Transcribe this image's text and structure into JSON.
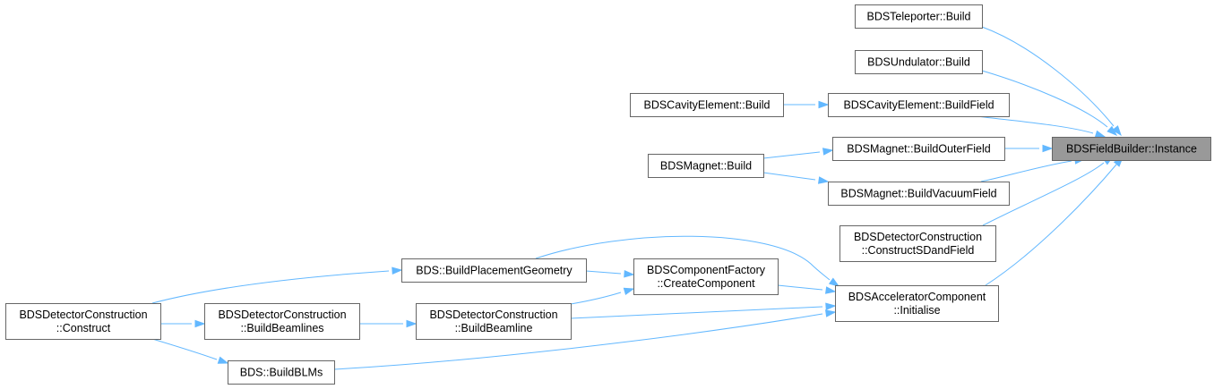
{
  "graph": {
    "colors": {
      "edge": "#63b8ff",
      "node_border": "#666666",
      "root_fill": "#999999",
      "node_fill": "#ffffff"
    },
    "nodes": {
      "instance": {
        "lines": [
          "BDSFieldBuilder::Instance"
        ]
      },
      "teleporter_build": {
        "lines": [
          "BDSTeleporter::Build"
        ]
      },
      "undulator_build": {
        "lines": [
          "BDSUndulator::Build"
        ]
      },
      "cavity_build": {
        "lines": [
          "BDSCavityElement::Build"
        ]
      },
      "cavity_buildfield": {
        "lines": [
          "BDSCavityElement::BuildField"
        ]
      },
      "magnet_build": {
        "lines": [
          "BDSMagnet::Build"
        ]
      },
      "magnet_outerfield": {
        "lines": [
          "BDSMagnet::BuildOuterField"
        ]
      },
      "magnet_vacuumfield": {
        "lines": [
          "BDSMagnet::BuildVacuumField"
        ]
      },
      "detector_sdfield": {
        "lines": [
          "BDSDetectorConstruction",
          "::ConstructSDandField"
        ]
      },
      "accel_initialise": {
        "lines": [
          "BDSAcceleratorComponent",
          "::Initialise"
        ]
      },
      "placement_geometry": {
        "lines": [
          "BDS::BuildPlacementGeometry"
        ]
      },
      "component_factory": {
        "lines": [
          "BDSComponentFactory",
          "::CreateComponent"
        ]
      },
      "detector_beamline": {
        "lines": [
          "BDSDetectorConstruction",
          "::BuildBeamline"
        ]
      },
      "detector_beamlines": {
        "lines": [
          "BDSDetectorConstruction",
          "::BuildBeamlines"
        ]
      },
      "detector_construct": {
        "lines": [
          "BDSDetectorConstruction",
          "::Construct"
        ]
      },
      "build_blms": {
        "lines": [
          "BDS::BuildBLMs"
        ]
      }
    },
    "edges": [
      {
        "from": "teleporter_build",
        "to": "instance"
      },
      {
        "from": "undulator_build",
        "to": "instance"
      },
      {
        "from": "cavity_buildfield",
        "to": "instance"
      },
      {
        "from": "magnet_outerfield",
        "to": "instance"
      },
      {
        "from": "magnet_vacuumfield",
        "to": "instance"
      },
      {
        "from": "detector_sdfield",
        "to": "instance"
      },
      {
        "from": "accel_initialise",
        "to": "instance"
      },
      {
        "from": "cavity_build",
        "to": "cavity_buildfield"
      },
      {
        "from": "magnet_build",
        "to": "magnet_outerfield"
      },
      {
        "from": "magnet_build",
        "to": "magnet_vacuumfield"
      },
      {
        "from": "placement_geometry",
        "to": "accel_initialise"
      },
      {
        "from": "component_factory",
        "to": "accel_initialise"
      },
      {
        "from": "detector_beamline",
        "to": "accel_initialise"
      },
      {
        "from": "build_blms",
        "to": "accel_initialise"
      },
      {
        "from": "placement_geometry",
        "to": "component_factory"
      },
      {
        "from": "detector_beamline",
        "to": "component_factory"
      },
      {
        "from": "detector_beamlines",
        "to": "detector_beamline"
      },
      {
        "from": "detector_construct",
        "to": "detector_beamlines"
      },
      {
        "from": "detector_construct",
        "to": "placement_geometry"
      },
      {
        "from": "detector_construct",
        "to": "build_blms"
      }
    ]
  }
}
